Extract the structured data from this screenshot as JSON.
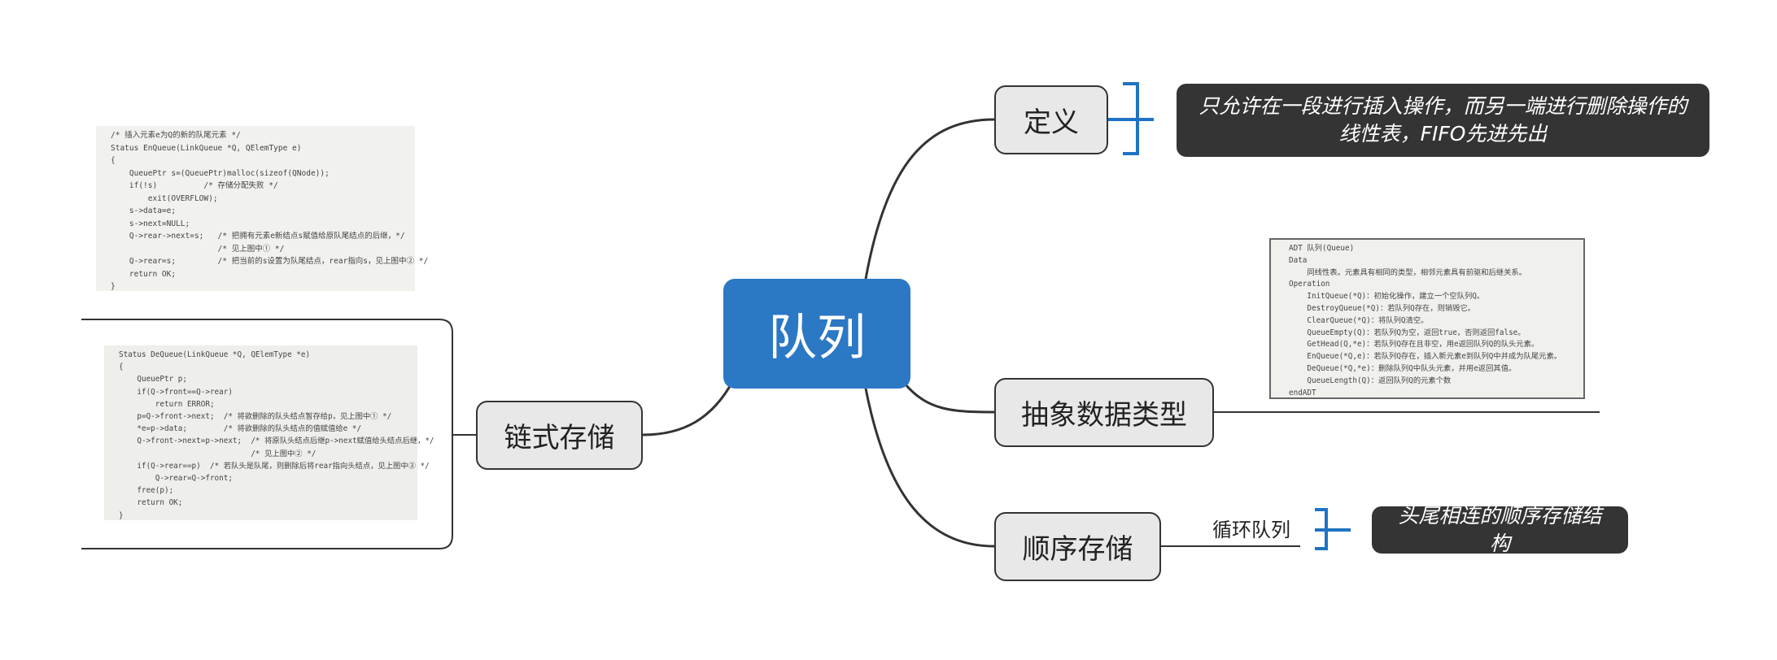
{
  "root": {
    "label": "队列"
  },
  "branches": {
    "definition": {
      "label": "定义",
      "note": "只允许在一段进行插入操作，而另一端进行删除操作的线性表，FIFO先进先出"
    },
    "adt": {
      "label": "抽象数据类型",
      "image_lines": [
        "ADT 队列(Queue)",
        "Data",
        "    同线性表。元素具有相同的类型，相邻元素具有前驱和后继关系。",
        "Operation",
        "    InitQueue(*Q)：初始化操作，建立一个空队列Q。",
        "    DestroyQueue(*Q)：若队列Q存在，则销毁它。",
        "    ClearQueue(*Q)：将队列Q清空。",
        "    QueueEmpty(Q)：若队列Q为空，返回true，否则返回false。",
        "    GetHead(Q,*e)：若队列Q存在且非空，用e返回队列Q的队头元素。",
        "    EnQueue(*Q,e)：若队列Q存在，插入新元素e到队列Q中并成为队尾元素。",
        "    DeQueue(*Q,*e)：删除队列Q中队头元素，并用e返回其值。",
        "    QueueLength(Q)：返回队列Q的元素个数",
        "endADT"
      ]
    },
    "sequential": {
      "label": "顺序存储",
      "sub_label": "循环队列",
      "note": "头尾相连的顺序存储结构"
    },
    "linked": {
      "label": "链式存储",
      "enqueue_lines": [
        "/* 插入元素e为Q的新的队尾元素 */",
        "Status EnQueue(LinkQueue *Q, QElemType e)",
        "{",
        "    QueuePtr s=(QueuePtr)malloc(sizeof(QNode));",
        "    if(!s)          /* 存储分配失败 */",
        "        exit(OVERFLOW);",
        "    s->data=e;",
        "    s->next=NULL;",
        "    Q->rear->next=s;   /* 把拥有元素e新结点s赋值给原队尾结点的后继，*/",
        "                       /* 见上图中① */",
        "    Q->rear=s;         /* 把当前的s设置为队尾结点，rear指向s，见上图中② */",
        "    return OK;",
        "}"
      ],
      "dequeue_lines": [
        "Status DeQueue(LinkQueue *Q, QElemType *e)",
        "{",
        "    QueuePtr p;",
        "    if(Q->front==Q->rear)",
        "        return ERROR;",
        "    p=Q->front->next;  /* 将欲删除的队头结点暂存给p，见上图中① */",
        "    *e=p->data;        /* 将欲删除的队头结点的值赋值给e */",
        "    Q->front->next=p->next;  /* 将原队头结点后继p->next赋值给头结点后继，*/",
        "                             /* 见上图中② */",
        "    if(Q->rear==p)  /* 若队头是队尾，则删除后将rear指向头结点，见上图中③ */",
        "        Q->rear=Q->front;",
        "    free(p);",
        "    return OK;",
        "}"
      ]
    }
  },
  "colors": {
    "root_fill": "#2b78c5",
    "topic_fill": "#e8e8e8",
    "callout_fill": "#343434",
    "bracket": "#1f73c2",
    "connector": "#333333"
  }
}
